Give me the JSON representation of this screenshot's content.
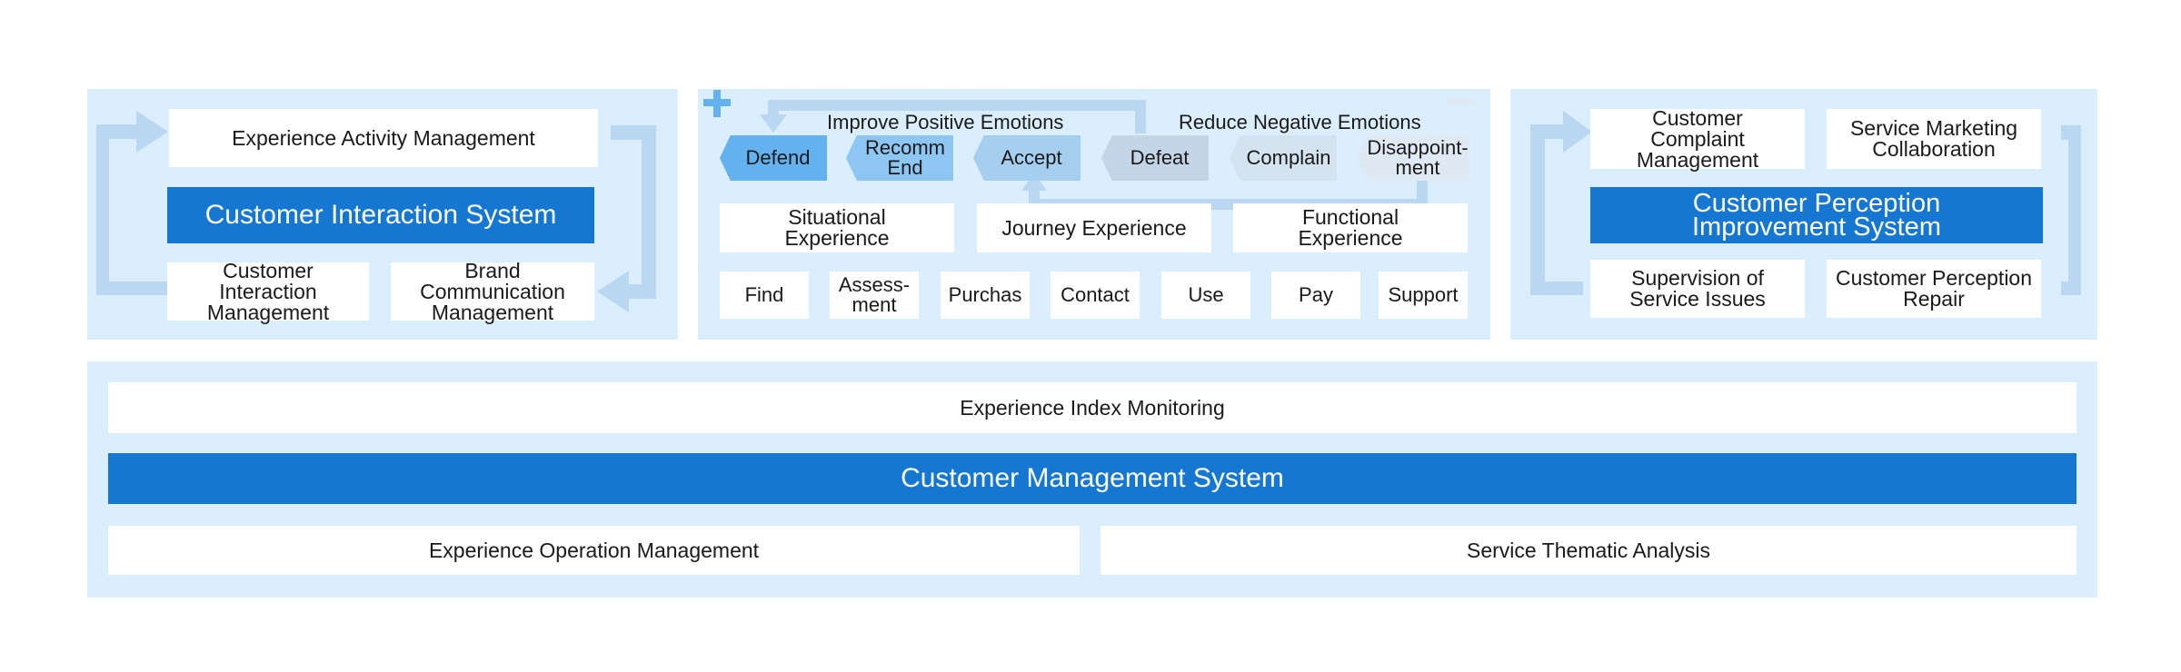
{
  "interaction": {
    "activity": "Experience Activity Management",
    "system": "Customer Interaction System",
    "left_box": "Customer Interaction Management",
    "right_box": "Brand Communication Management"
  },
  "journey": {
    "improve": "Improve Positive Emotions",
    "reduce": "Reduce Negative Emotions",
    "emotions": [
      "Defend",
      "Recomm End",
      "Accept",
      "Defeat",
      "Complain",
      "Disappoint- ment"
    ],
    "experiences": [
      "Situational Experience",
      "Journey Experience",
      "Functional Experience"
    ],
    "stages": [
      "Find",
      "Assess- ment",
      "Purchas",
      "Contact",
      "Use",
      "Pay",
      "Support"
    ]
  },
  "perception": {
    "complaint": "Customer Complaint Management",
    "marketing": "Service Marketing Collaboration",
    "system": "Customer Perception Improvement System",
    "supervision": "Supervision of Service Issues",
    "repair": "Customer Perception Repair"
  },
  "management": {
    "monitoring": "Experience Index Monitoring",
    "system": "Customer Management System",
    "operation": "Experience Operation Management",
    "analysis": "Service Thematic Analysis"
  },
  "colors": {
    "panel": "#dbeefd",
    "primary": "#1677d2",
    "arrow": "#b9d7f1",
    "positive_dark": "#63b1ef",
    "positive_mid": "#8ec6f3",
    "positive_light": "#a6cfef",
    "neutral": "#c3d5e6",
    "negative_light": "#d4e3f0",
    "negative_lighter": "#dfe9f3"
  }
}
